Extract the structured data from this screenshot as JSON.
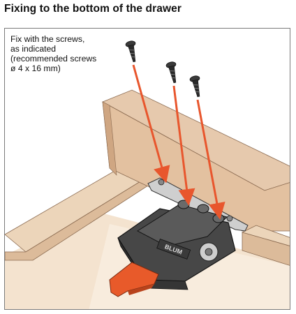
{
  "header": {
    "title": "Fixing to the bottom of the drawer"
  },
  "instruction": {
    "lines": [
      "Fix with the screws,",
      "as indicated",
      "(recommended screws",
      "ø 4 x 16 mm)"
    ]
  },
  "device": {
    "brand_label": "BLUM"
  },
  "colors": {
    "wood": "#e2c4a6",
    "wood_dark": "#d3ad8b",
    "wood_light": "#f2e2cf",
    "arrow": "#e8562d",
    "lever": "#e85a2a",
    "body": "#444444",
    "body_dark": "#222222",
    "metal": "#bdbdbd"
  }
}
